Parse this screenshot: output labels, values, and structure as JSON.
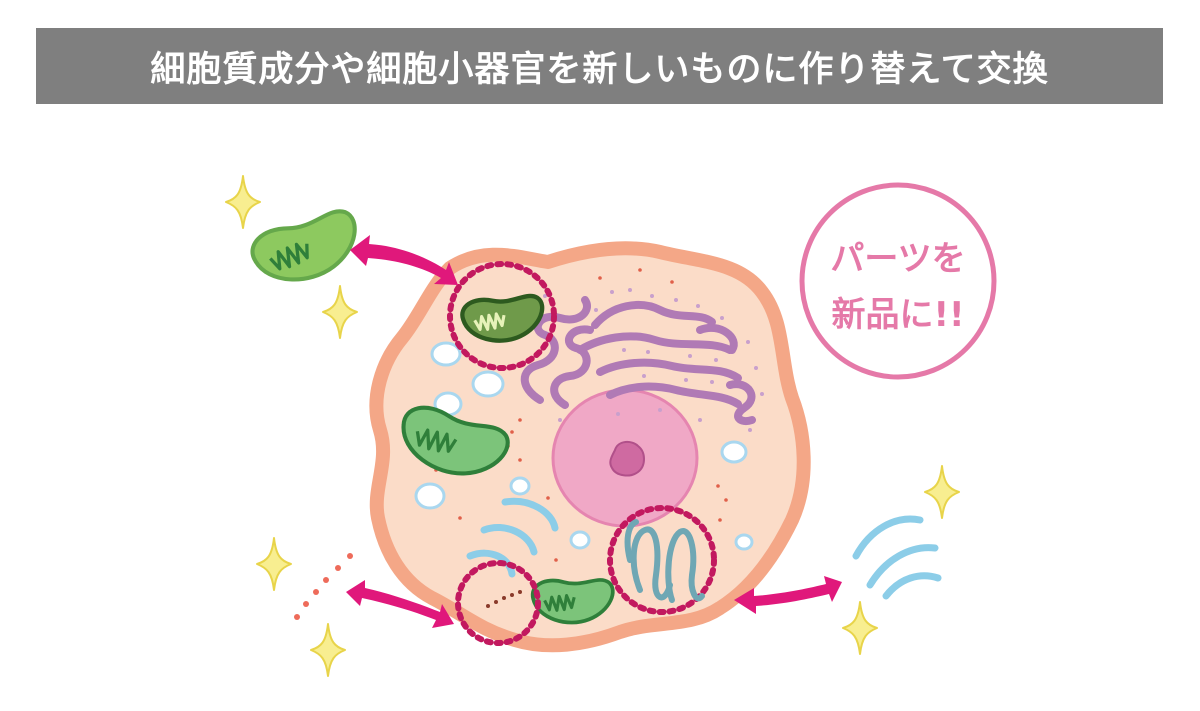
{
  "title": "細胞質成分や細胞小器官を新しいものに作り替えて交換",
  "badge": {
    "line1": "パーツを",
    "line2": "新品に!!"
  },
  "colors": {
    "title_bg": "#7f7f7f",
    "cell_fill": "#fbdcc8",
    "cell_stroke": "#f4a787",
    "arrow": "#e0187b",
    "dashed_circle": "#c2195f",
    "badge": "#e579a8",
    "nucleus": "#f0a8c6",
    "golgi": "#b07ab5",
    "mitochondria": "#5cb85c",
    "er": "#8ccde8",
    "sparkle": "#f8ee90"
  },
  "icons": {
    "sparkle": "sparkle-icon",
    "arrow": "double-arrow-icon"
  }
}
